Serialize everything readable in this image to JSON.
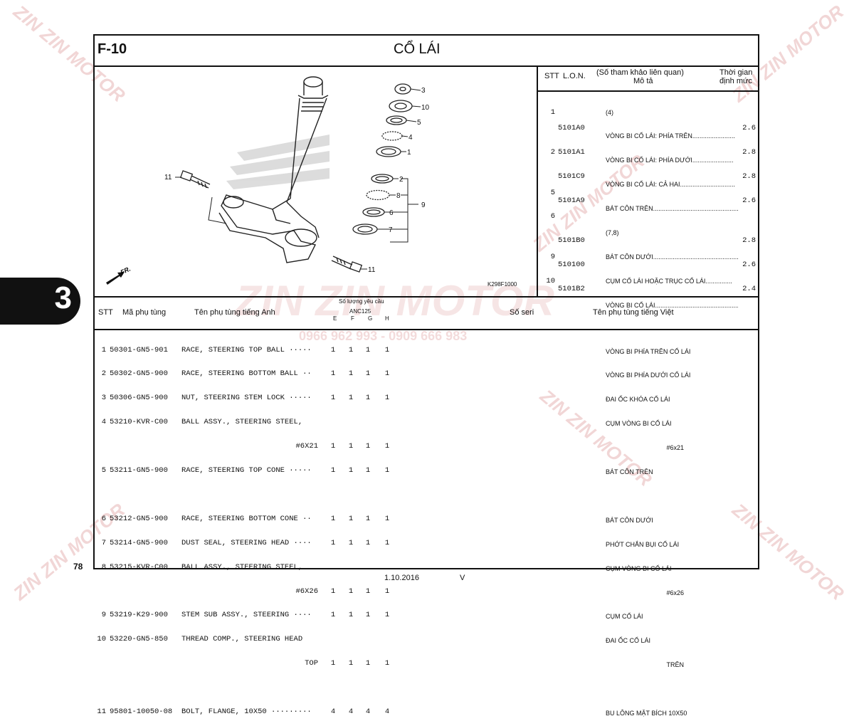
{
  "header": {
    "code": "F-10",
    "title": "CỔ LÁI"
  },
  "page_number": "78",
  "footer": {
    "date": "1.10.2016",
    "version": "V"
  },
  "section_tab": "3",
  "diagram": {
    "ref_code": "K298F1000",
    "front_label": "FR.",
    "callouts": [
      "3",
      "10",
      "5",
      "4",
      "1",
      "2",
      "8",
      "6",
      "7",
      "9",
      "11",
      "11"
    ]
  },
  "watermark": {
    "brand": "ZIN ZIN MOTOR",
    "phone": "0966 962 993 - 0909 666 983"
  },
  "lon_table": {
    "headers": {
      "stt": "STT",
      "lon": "L.O.N.",
      "ref": "(Số tham khảo liên quan)",
      "desc": "Mô tả",
      "time1": "Thời gian",
      "time2": "định mức"
    },
    "rows": [
      {
        "stt": "1",
        "lon": "",
        "desc": "(4)",
        "time": ""
      },
      {
        "stt": "",
        "lon": "5101A0",
        "desc": "VÒNG BI CỔ LÁI: PHÍA TRÊN........................",
        "time": "2.6"
      },
      {
        "stt": "2",
        "lon": "5101A1",
        "desc": "VÒNG BI CỔ LÁI: PHÍA DƯỚI.......................",
        "time": "2.8"
      },
      {
        "stt": "",
        "lon": "5101C9",
        "desc": "VÒNG BI CỔ LÁI: CẢ HAI...............................",
        "time": "2.8"
      },
      {
        "stt": "5",
        "lon": "5101A9",
        "desc": "BÁT CÔN TRÊN....................................................",
        "time": "2.6"
      },
      {
        "stt": "6",
        "lon": "",
        "desc": "(7,8)",
        "time": ""
      },
      {
        "stt": "",
        "lon": "5101B0",
        "desc": "BÁT CÔN DƯỚI....................................................",
        "time": "2.8"
      },
      {
        "stt": "9",
        "lon": "510100",
        "desc": "CỤM CỔ LÁI HOẶC TRỤC CỔ LÁI...............",
        "time": "2.6"
      },
      {
        "stt": "10",
        "lon": "5101B2",
        "desc": "VÒNG BI CỔ LÁI......................................................",
        "time": "2.4"
      }
    ]
  },
  "parts_table": {
    "headers": {
      "stt": "STT",
      "code": "Mã phụ tùng",
      "name_en": "Tên phụ tùng tiếng Anh",
      "qty": "Số lượng yêu cầu",
      "model": "ANC125",
      "cols": [
        "E",
        "F",
        "G",
        "H"
      ],
      "serial": "Số seri",
      "name_vi": "Tên phụ tùng tiếng Việt"
    },
    "rows": [
      {
        "stt": "1",
        "code": "50301-GN5-901",
        "name": "RACE, STEERING TOP BALL ·····",
        "q": [
          "1",
          "1",
          "1",
          "1"
        ],
        "vi": "VÒNG BI PHÍA TRÊN CỔ LÁI"
      },
      {
        "stt": "2",
        "code": "50302-GN5-900",
        "name": "RACE, STEERING BOTTOM BALL ··",
        "q": [
          "1",
          "1",
          "1",
          "1"
        ],
        "vi": "VÒNG BI PHÍA DƯỚI CỔ LÁI"
      },
      {
        "stt": "3",
        "code": "50306-GN5-900",
        "name": "NUT, STEERING STEM LOCK ·····",
        "q": [
          "1",
          "1",
          "1",
          "1"
        ],
        "vi": "ĐAI ỐC KHÓA CỔ LÁI"
      },
      {
        "stt": "4",
        "code": "53210-KVR-C00",
        "name": "BALL ASSY., STEERING STEEL,",
        "q": [
          "",
          "",
          "",
          ""
        ],
        "vi": "CỤM VÒNG BI CỔ LÁI"
      },
      {
        "stt": "",
        "code": "",
        "name": "#6X21",
        "q": [
          "1",
          "1",
          "1",
          "1"
        ],
        "vi": "#6x21"
      },
      {
        "stt": "5",
        "code": "53211-GN5-900",
        "name": "RACE, STEERING TOP CONE ·····",
        "q": [
          "1",
          "1",
          "1",
          "1"
        ],
        "vi": "BÁT CÔN TRÊN"
      },
      {
        "stt": "",
        "code": "",
        "name": "",
        "q": [
          "",
          "",
          "",
          ""
        ],
        "vi": ""
      },
      {
        "stt": "6",
        "code": "53212-GN5-900",
        "name": "RACE, STEERING BOTTOM CONE ··",
        "q": [
          "1",
          "1",
          "1",
          "1"
        ],
        "vi": "BÁT CÔN DƯỚI"
      },
      {
        "stt": "7",
        "code": "53214-GN5-900",
        "name": "DUST SEAL, STEERING HEAD ····",
        "q": [
          "1",
          "1",
          "1",
          "1"
        ],
        "vi": "PHỚT CHẮN BỤI CỔ LÁI"
      },
      {
        "stt": "8",
        "code": "53215-KVR-C00",
        "name": "BALL ASSY., STEERING STEEL,",
        "q": [
          "",
          "",
          "",
          ""
        ],
        "vi": "CỤM VÒNG BI CỔ LÁI"
      },
      {
        "stt": "",
        "code": "",
        "name": "#6X26",
        "q": [
          "1",
          "1",
          "1",
          "1"
        ],
        "vi": "#6x26"
      },
      {
        "stt": "9",
        "code": "53219-K29-900",
        "name": "STEM SUB ASSY., STEERING ····",
        "q": [
          "1",
          "1",
          "1",
          "1"
        ],
        "vi": "CỤM CỔ LÁI"
      },
      {
        "stt": "10",
        "code": "53220-GN5-850",
        "name": "THREAD COMP., STEERING HEAD",
        "q": [
          "",
          "",
          "",
          ""
        ],
        "vi": "ĐAI ỐC CỔ LÁI"
      },
      {
        "stt": "",
        "code": "",
        "name": "TOP",
        "q": [
          "1",
          "1",
          "1",
          "1"
        ],
        "vi": "TRÊN"
      },
      {
        "stt": "",
        "code": "",
        "name": "",
        "q": [
          "",
          "",
          "",
          ""
        ],
        "vi": ""
      },
      {
        "stt": "11",
        "code": "95801-10050-08",
        "name": "BOLT, FLANGE, 10X50 ·········",
        "q": [
          "4",
          "4",
          "4",
          "4"
        ],
        "vi": "BU LÔNG MẶT BÍCH 10X50"
      }
    ]
  }
}
